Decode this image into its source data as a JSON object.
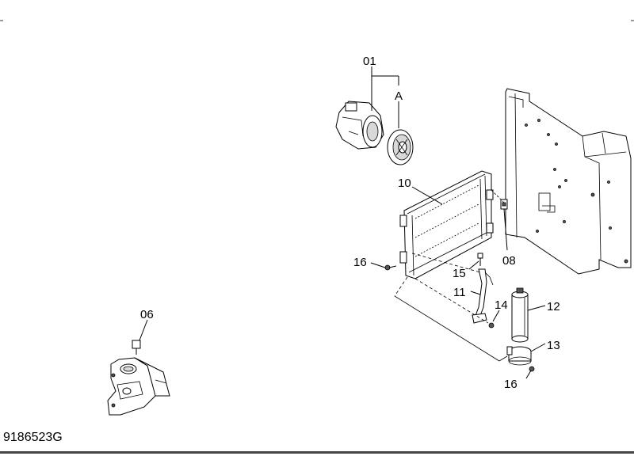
{
  "drawing_number": "9186523G",
  "callouts": {
    "c01": "01",
    "cA": "A",
    "c10": "10",
    "c16a": "16",
    "c15": "15",
    "c08": "08",
    "c11": "11",
    "c14": "14",
    "c12": "12",
    "c13": "13",
    "c16b": "16",
    "c06": "06"
  },
  "parts": [
    {
      "id": "01",
      "name": "compressor-assembly-icon"
    },
    {
      "id": "A",
      "name": "compressor-clutch-pulley-icon"
    },
    {
      "id": "10",
      "name": "condenser-icon"
    },
    {
      "id": "08",
      "name": "clip-icon"
    },
    {
      "id": "11",
      "name": "pipe-icon"
    },
    {
      "id": "12",
      "name": "receiver-drier-icon"
    },
    {
      "id": "13",
      "name": "drier-bracket-icon"
    },
    {
      "id": "06",
      "name": "bracket-assembly-icon"
    }
  ]
}
